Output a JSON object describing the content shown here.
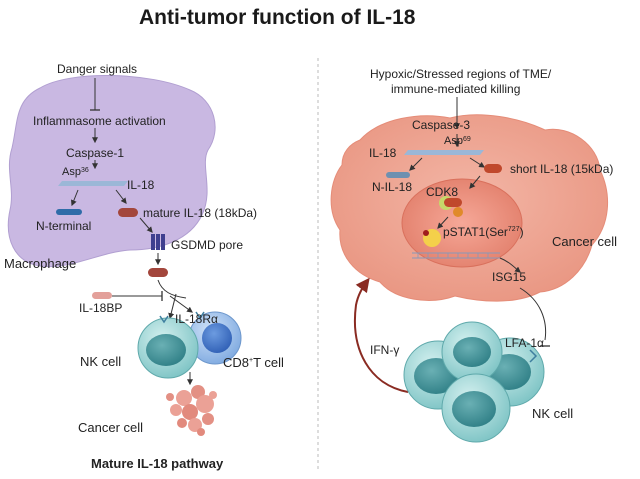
{
  "title": "Anti-tumor function of IL-18",
  "left": {
    "danger_signals": "Danger signals",
    "inflammasome": "Inflammasome activation",
    "caspase1": "Caspase-1",
    "asp_base": "Asp",
    "asp_sup": "36",
    "il18": "IL-18",
    "n_terminal": "N-terminal",
    "mature_il18": "mature IL-18 (18kDa)",
    "gsdmd": "GSDMD pore",
    "macrophage": "Macrophage",
    "il18bp": "IL-18BP",
    "il18ra": "IL-18Rα",
    "nk_cell": "NK cell",
    "cd8_base": "CD8",
    "cd8_sup": "+",
    "cd8_rest": "T cell",
    "cancer_cell": "Cancer cell",
    "pathway": "Mature IL-18 pathway"
  },
  "right": {
    "hypoxic": "Hypoxic/Stressed regions of TME/",
    "immune": "immune-mediated killing",
    "caspase3": "Caspase-3",
    "asp_base": "Asp",
    "asp_sup": "69",
    "il18": "IL-18",
    "short_il18": "short IL-18 (15kDa)",
    "n_il18": "N-IL-18",
    "cdk8": "CDK8",
    "pstat_base": "pSTAT1(Ser",
    "pstat_sup": "727",
    "pstat_end": ")",
    "cancer_cell": "Cancer cell",
    "isg15": "ISG15",
    "ifn": "IFN-γ",
    "lfa": "LFA-1α",
    "nk_cell": "NK cell"
  },
  "colors": {
    "macrophage": "#c9b8e2",
    "cancer_cell": "#eea592",
    "nk_cell": "#8fcfcf",
    "cd8_cell": "#8ab4e6",
    "il18_fragment": "#a3463c",
    "n_terminal_fragment": "#2f6ca8",
    "gsdmd_pore": "#3f3f8f",
    "cdk8": "#e08a2a",
    "pstat1": "#f4d04a",
    "divider": "#bbbbbb"
  },
  "icons": [
    "inhibition-bar-icon",
    "arrow-icon",
    "receptor-icon",
    "pore-icon",
    "dna-icon",
    "feedback-arrow-icon"
  ]
}
